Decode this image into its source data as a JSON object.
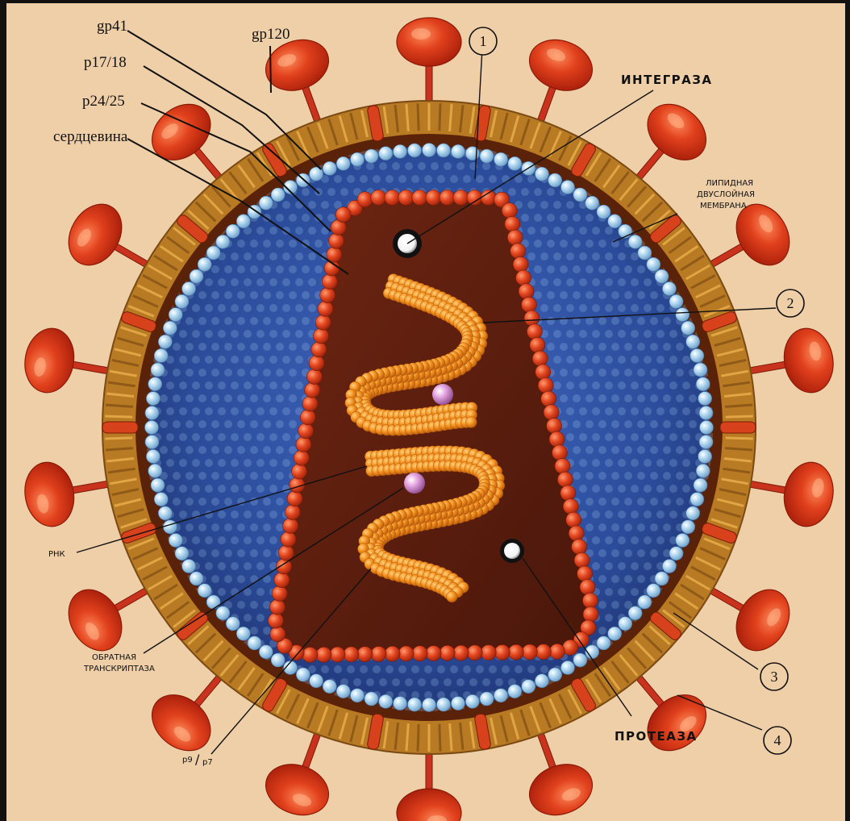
{
  "labels": {
    "gp41": "gp41",
    "gp120": "gp120",
    "p17_18": "p17/18",
    "p24_25": "p24/25",
    "core": "сердцевина",
    "integrase": "ИНТЕГРАЗА",
    "lipid_line1": "ЛИПИДНАЯ",
    "lipid_line2": "ДВУСЛОЙНАЯ",
    "lipid_line3": "МЕМБРАНА",
    "rna": "РНК",
    "rt_line1": "ОБРАТНАЯ",
    "rt_line2": "ТРАНСКРИПТАЗА",
    "protease": "ПРОТЕАЗА",
    "p9p7_a": "p9",
    "p9p7_sep": "/",
    "p9p7_b": "p7"
  },
  "callouts": [
    "1",
    "2",
    "3",
    "4"
  ],
  "colors": {
    "paper": "#efcfa8",
    "spike_head": "#d63418",
    "spike_stem": "#c9331e",
    "membrane": "#c78a2c",
    "membrane_dark": "#5a2208",
    "matrix_bead": "#a9d3ee",
    "interior": "#26458f",
    "capsid_fill": "#5c1d0e",
    "capsid_bead": "#e0441e",
    "rna": "#f08a1f",
    "enzyme_white": "#ffffff",
    "enzyme_pink": "#d89ad8"
  }
}
